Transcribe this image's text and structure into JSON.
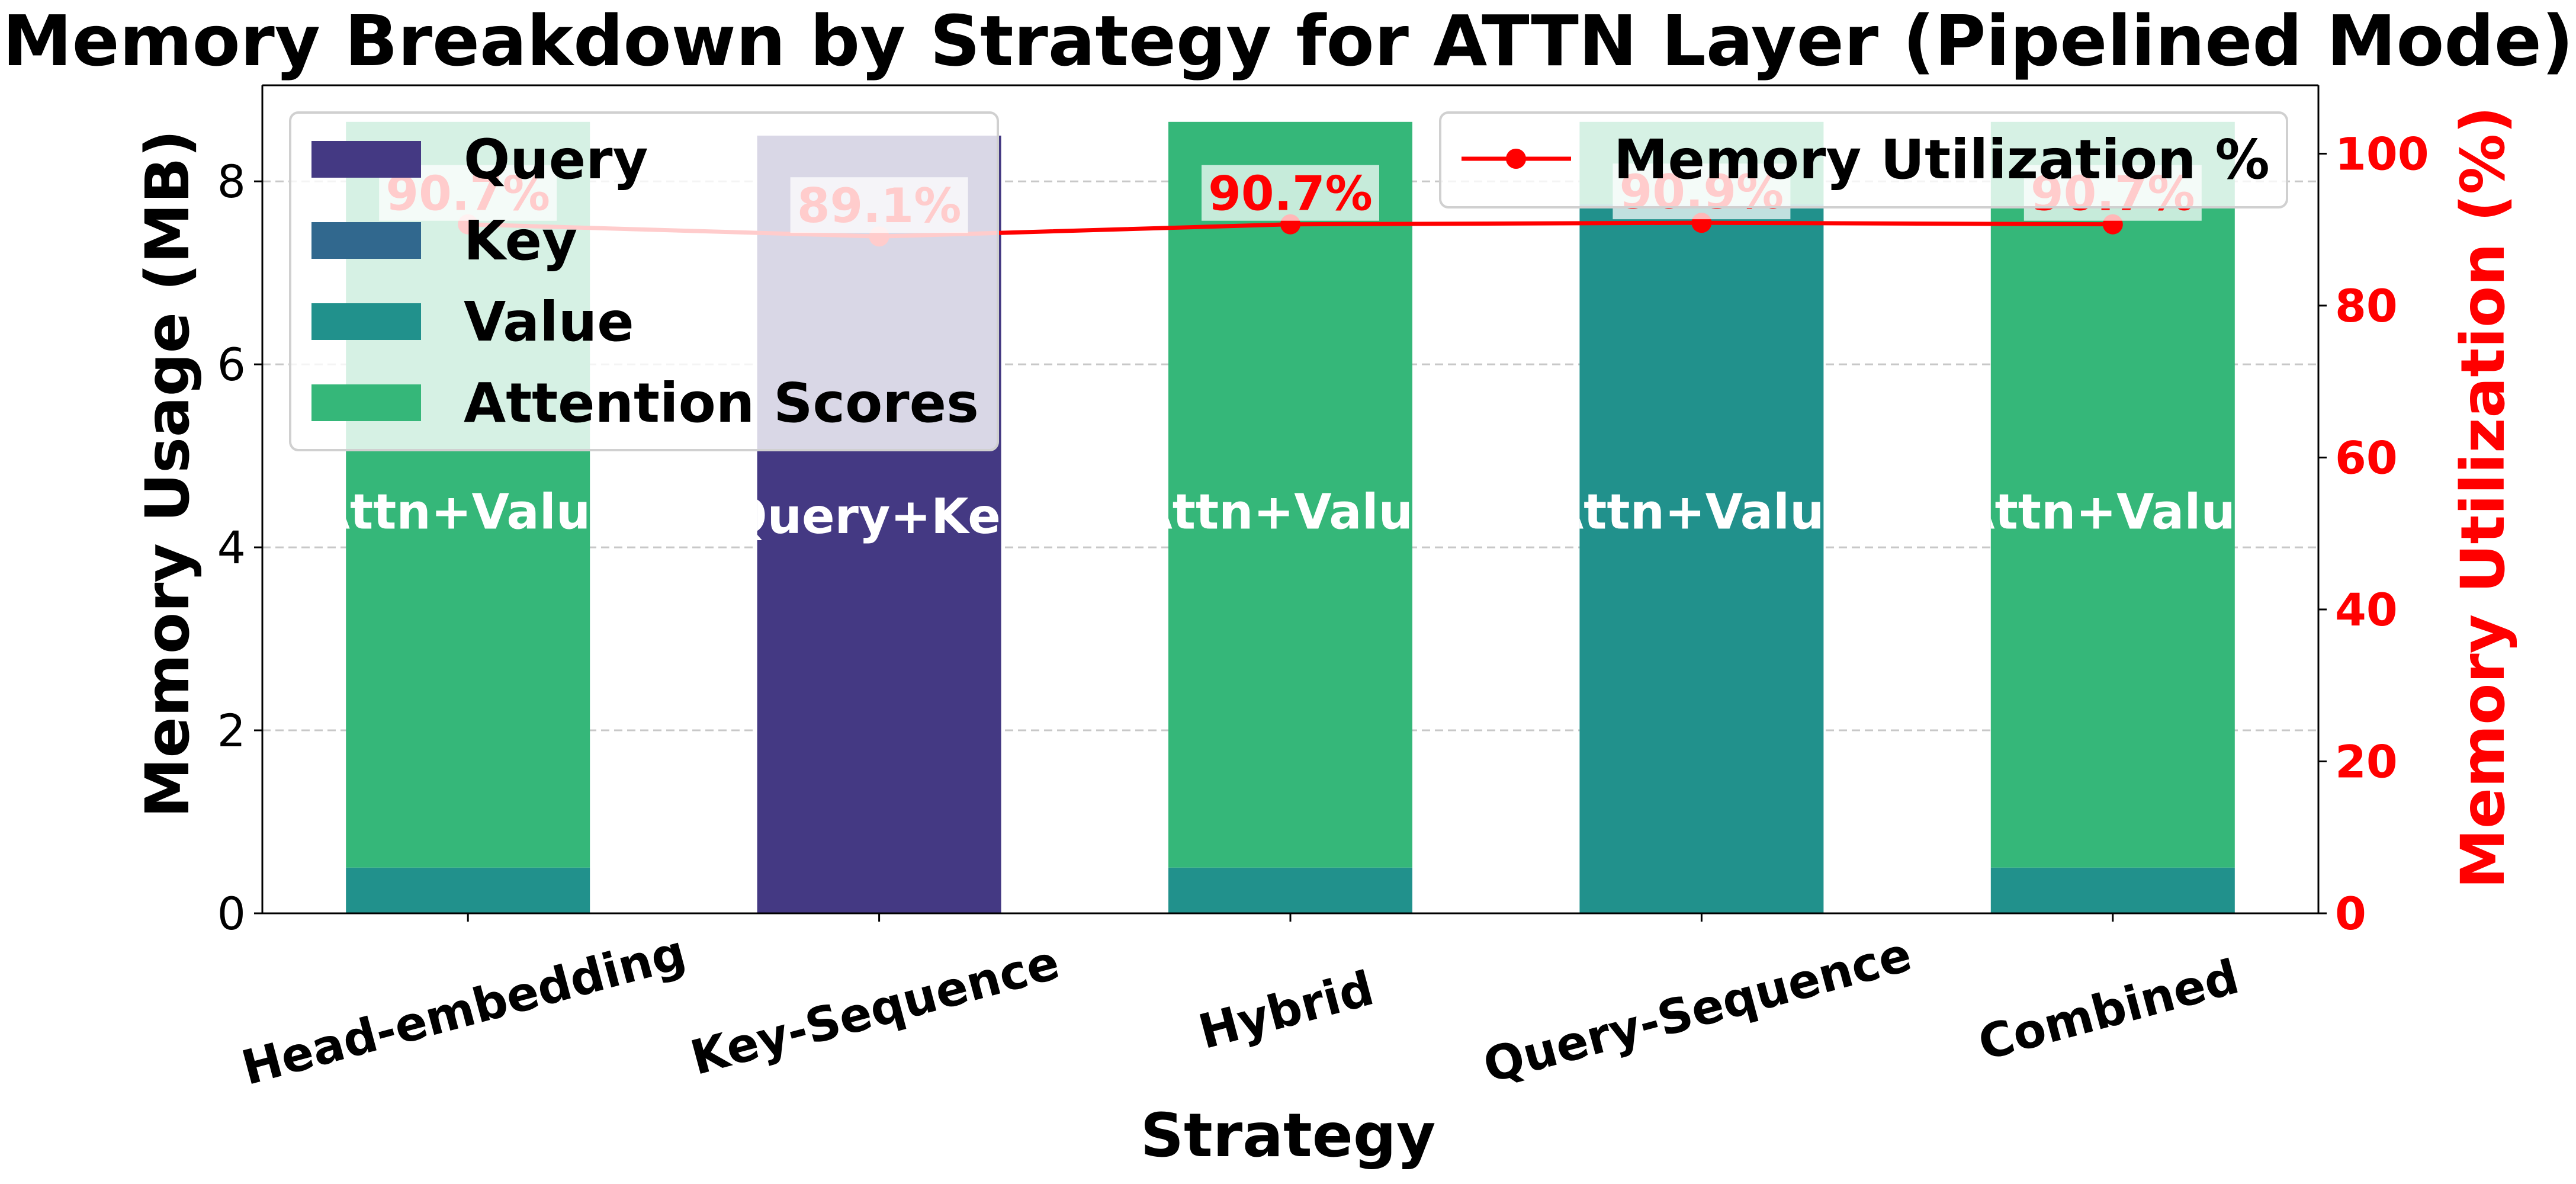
{
  "chart_data": {
    "type": "bar",
    "title": "Memory Breakdown by Strategy for ATTN Layer (Pipelined Mode)",
    "xlabel": "Strategy",
    "ylabel": "Memory Usage (MB)",
    "y2label": "Memory Utilization (%)",
    "ylim": [
      0,
      9.05
    ],
    "y2lim": [
      0,
      109
    ],
    "yticks": [
      "0",
      "2",
      "4",
      "6",
      "8"
    ],
    "y2ticks": [
      "0",
      "20",
      "40",
      "60",
      "80",
      "100"
    ],
    "categories": [
      "Head-embedding",
      "Key-Sequence",
      "Hybrid",
      "Query-Sequence",
      "Combined"
    ],
    "series": [
      {
        "name": "Query",
        "color": "#443983",
        "values": [
          0,
          8.5,
          0,
          0,
          0
        ]
      },
      {
        "name": "Key",
        "color": "#31688e",
        "values": [
          0,
          0,
          0,
          0,
          0
        ]
      },
      {
        "name": "Value",
        "color": "#21918c",
        "values": [
          0.5,
          0,
          0.5,
          7.75,
          0.5
        ]
      },
      {
        "name": "Attention Scores",
        "color": "#35b779",
        "values": [
          8.15,
          0,
          8.15,
          0.9,
          8.15
        ]
      }
    ],
    "bar_labels": [
      "Attn+Value",
      "Query+Key",
      "Attn+Value",
      "Attn+Value",
      "Attn+Value"
    ],
    "line_series": {
      "name": "Memory Utilization %",
      "color": "#ff0000",
      "values": [
        90.7,
        89.1,
        90.7,
        90.9,
        90.7
      ],
      "labels": [
        "90.7%",
        "89.1%",
        "90.7%",
        "90.9%",
        "90.7%"
      ]
    },
    "grid": true,
    "legend_bars": "top-left",
    "legend_line": "top-right"
  }
}
